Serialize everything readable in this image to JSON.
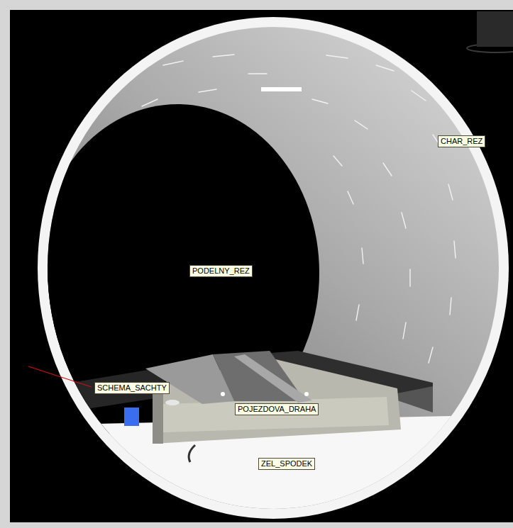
{
  "diagram": {
    "nodes": [
      {
        "text": [
          "CHAR_REZ"
        ]
      },
      {
        "text": [
          "PODELNY_REZ"
        ]
      },
      {
        "text": [
          "SCHEMA_SACHTY"
        ]
      },
      {
        "text": [
          "POJEZDOVA_DRAHA"
        ]
      },
      {
        "text": [
          "ZEL_SPODEK"
        ]
      }
    ]
  }
}
